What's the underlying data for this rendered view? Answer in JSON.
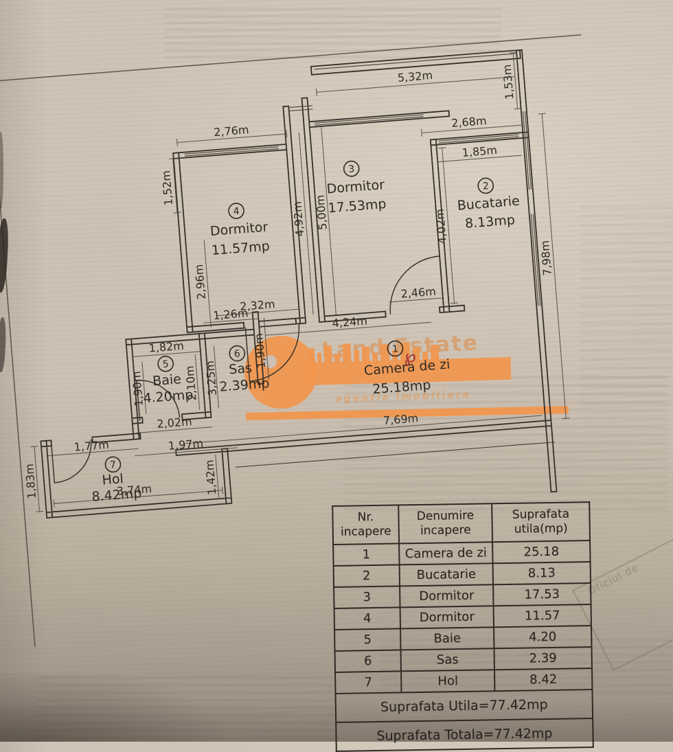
{
  "plan": {
    "rooms": [
      {
        "num": "1",
        "name": "Camera de zi",
        "area": "25.18mp"
      },
      {
        "num": "2",
        "name": "Bucatarie",
        "area": "8.13mp"
      },
      {
        "num": "3",
        "name": "Dormitor",
        "area": "17.53mp"
      },
      {
        "num": "4",
        "name": "Dormitor",
        "area": "11.57mp"
      },
      {
        "num": "5",
        "name": "Baie",
        "area": "4.20mp"
      },
      {
        "num": "6",
        "name": "Sas",
        "area": "2.39mp"
      },
      {
        "num": "7",
        "name": "Hol",
        "area": "8.42mp"
      }
    ],
    "dims": {
      "balcony": "5,32m",
      "top_right": "2,68m",
      "right_upper": "1,53m",
      "kitchen_window": "1,85m",
      "r4_top": "2,76m",
      "r4_left_upper": "1,52m",
      "r4_left_lower": "2,96m",
      "shaft_left": "4,92m",
      "shaft_right": "5,00m",
      "kitchen_height": "4,02m",
      "right_wall": "7,98m",
      "r3_door": "2,46m",
      "r4_door": "2,32m",
      "baie_top": "1,82m",
      "sas_top": "1,26m",
      "living_top": "4,24m",
      "baie_left": "1,90m",
      "baie_right": "2,10m",
      "sas_left": "3,25m",
      "sas_right": "1,90m",
      "baie_door": "2,02m",
      "below_baie": "1,97m",
      "hol_upper": "1,77m",
      "hol_left": "1,83m",
      "hol_right": "1,42m",
      "hol_bottom": "3,74m",
      "living_bottom": "7,69m"
    }
  },
  "logo": {
    "title": "Land Estate",
    "subtitle": "agentie imobiliara",
    "monogram": "℘"
  },
  "stamp": {
    "text": "Oficiul de"
  },
  "table": {
    "headers": [
      [
        "Nr.",
        "incapere"
      ],
      [
        "Denumire",
        "incapere"
      ],
      [
        "Suprafata",
        "utila(mp)"
      ]
    ],
    "rows": [
      [
        "1",
        "Camera de zi",
        "25.18"
      ],
      [
        "2",
        "Bucatarie",
        "8.13"
      ],
      [
        "3",
        "Dormitor",
        "17.53"
      ],
      [
        "4",
        "Dormitor",
        "11.57"
      ],
      [
        "5",
        "Baie",
        "4.20"
      ],
      [
        "6",
        "Sas",
        "2.39"
      ],
      [
        "7",
        "Hol",
        "8.42"
      ]
    ],
    "total_utila": "Suprafata Utila=77.42mp",
    "total_totala": "Suprafata Totala=77.42mp"
  }
}
